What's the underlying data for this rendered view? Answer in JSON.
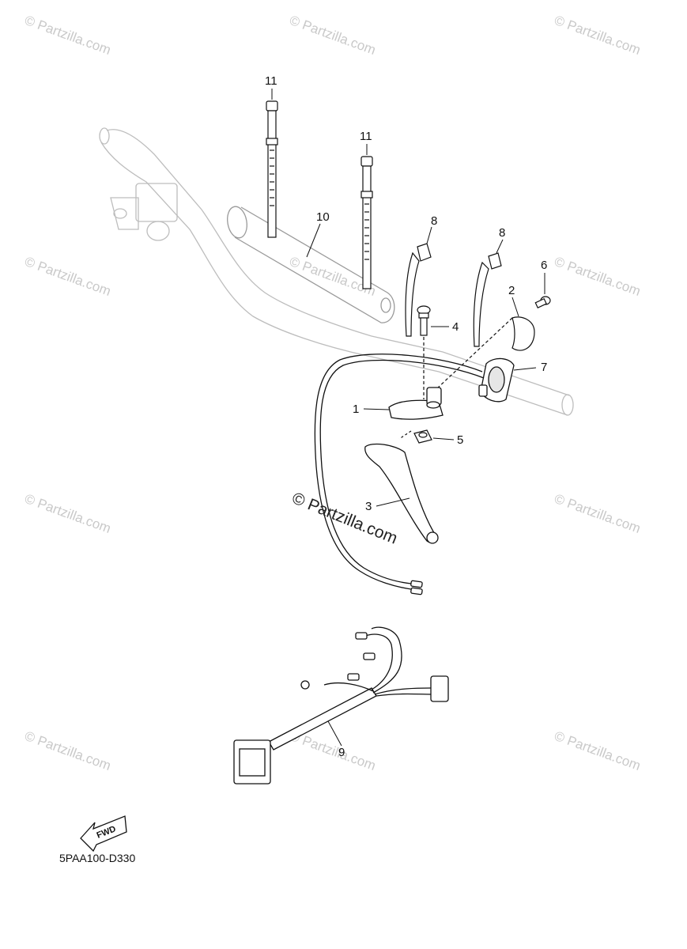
{
  "diagram": {
    "code": "5PAA100-D330",
    "fwd_label": "FWD",
    "watermark_text": "© Partzilla.com",
    "watermark_main": "© Partzilla.com"
  },
  "callouts": [
    {
      "id": "1",
      "label": "1"
    },
    {
      "id": "2",
      "label": "2"
    },
    {
      "id": "3",
      "label": "3"
    },
    {
      "id": "4",
      "label": "4"
    },
    {
      "id": "5",
      "label": "5"
    },
    {
      "id": "6",
      "label": "6"
    },
    {
      "id": "7",
      "label": "7"
    },
    {
      "id": "8a",
      "label": "8"
    },
    {
      "id": "8b",
      "label": "8"
    },
    {
      "id": "9",
      "label": "9"
    },
    {
      "id": "10",
      "label": "10"
    },
    {
      "id": "11a",
      "label": "11"
    },
    {
      "id": "11b",
      "label": "11"
    }
  ]
}
